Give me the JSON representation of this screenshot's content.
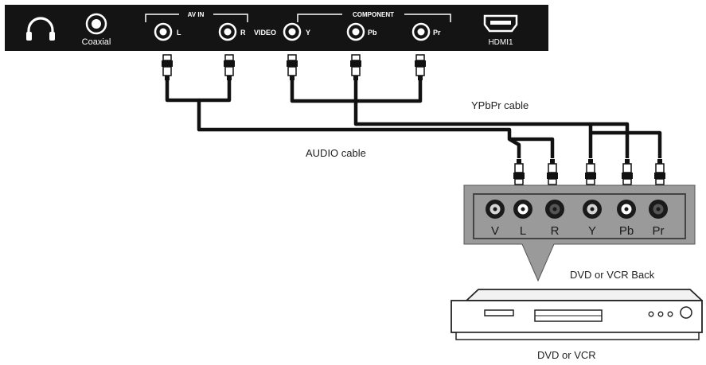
{
  "tv_panel": {
    "coaxial_label": "Coaxial",
    "av_in_label": "AV IN",
    "component_label": "COMPONENT",
    "port_l": "L",
    "port_r": "R",
    "video_label": "VIDEO",
    "port_y": "Y",
    "port_pb": "Pb",
    "port_pr": "Pr",
    "hdmi_label": "HDMI1"
  },
  "cables": {
    "ypbpr": "YPbPr cable",
    "audio": "AUDIO cable"
  },
  "dvd_back_panel": {
    "ports": [
      "V",
      "L",
      "R",
      "Y",
      "Pb",
      "Pr"
    ],
    "caption": "DVD or VCR Back"
  },
  "device": {
    "caption": "DVD or VCR"
  }
}
